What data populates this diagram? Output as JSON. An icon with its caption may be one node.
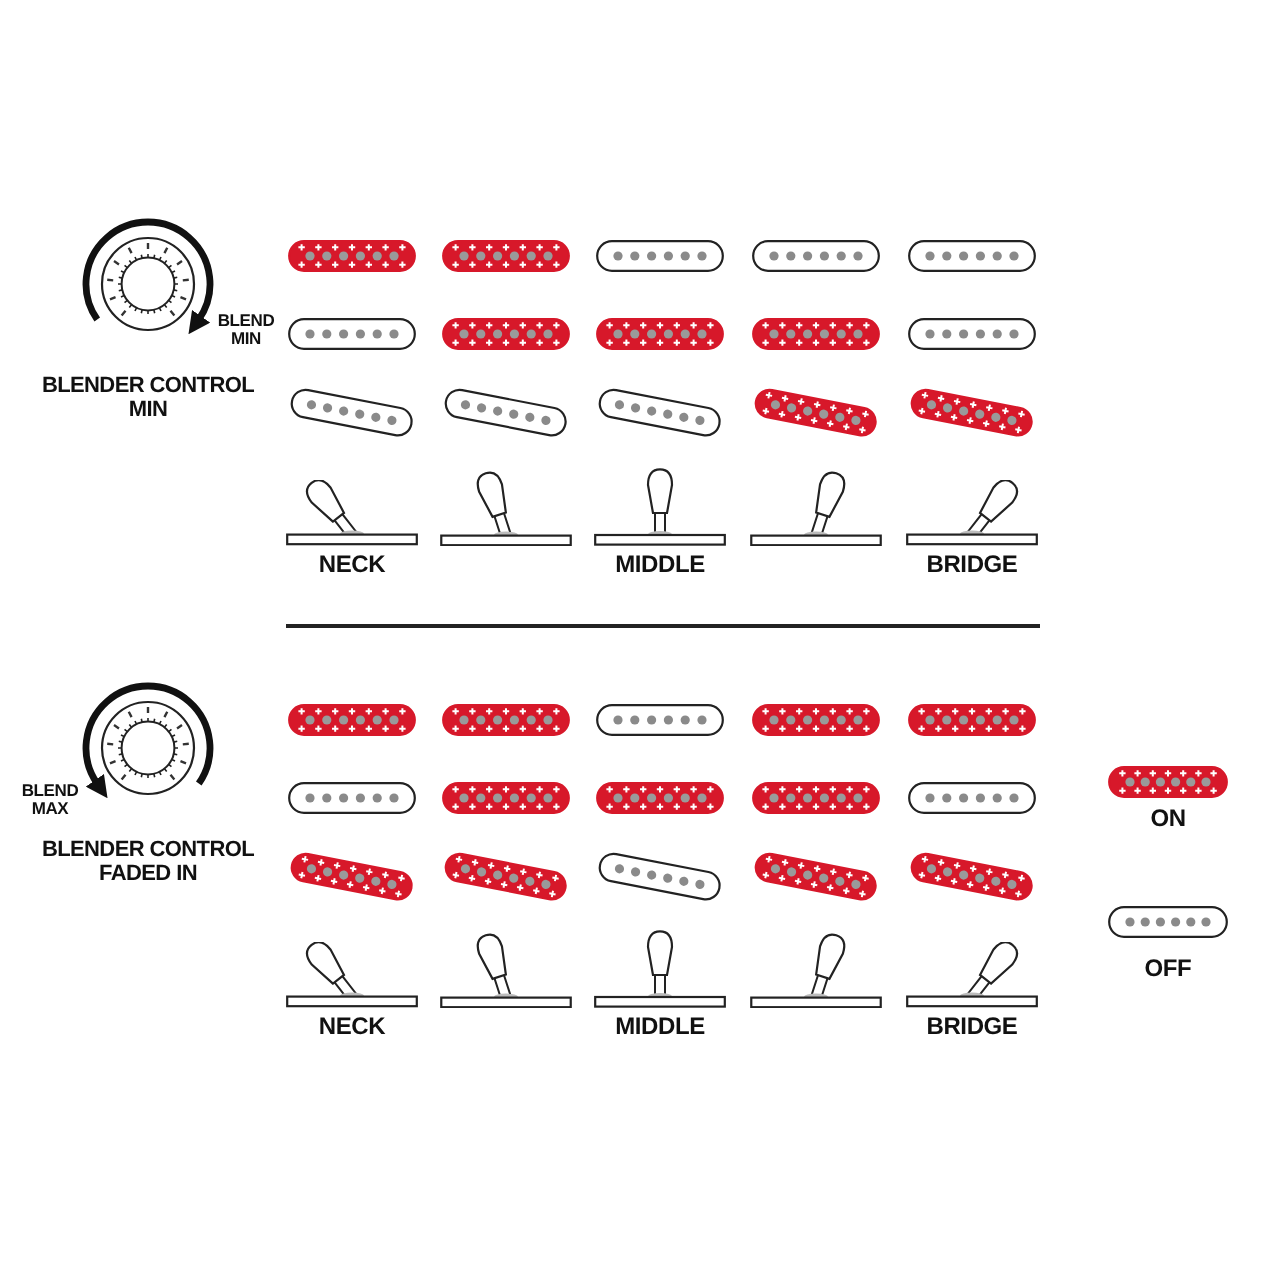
{
  "diagram": {
    "labels": [
      "BLEND MIN",
      "BLENDER CONTROL MIN",
      "NECK",
      "MIDDLE",
      "BRIDGE",
      "BLEND MAX",
      "BLENDER CONTROL FADED IN",
      "NECK",
      "MIDDLE",
      "BRIDGE"
    ],
    "legend": [
      {
        "text": "ON",
        "color": "#d7182a"
      },
      {
        "text": "OFF"
      }
    ]
  }
}
